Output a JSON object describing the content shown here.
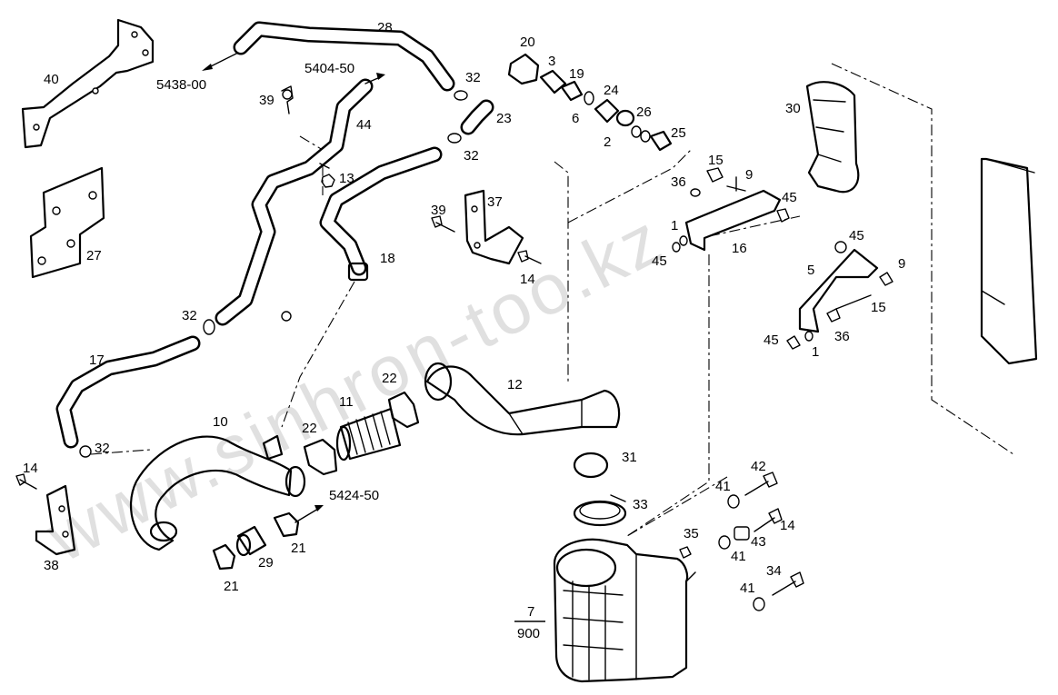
{
  "watermark": "www.sinhron-too.kz",
  "fraction": {
    "numerator": "7",
    "denominator": "900"
  },
  "references": {
    "r5438": "5438-00",
    "r5404": "5404-50",
    "r5424": "5424-50"
  },
  "callouts": {
    "p40": "40",
    "p28": "28",
    "p39a": "39",
    "p44": "44",
    "p32a": "32",
    "p23": "23",
    "p32b": "32",
    "p13": "13",
    "p27": "27",
    "p18": "18",
    "p32c": "32",
    "p17": "17",
    "p32d": "32",
    "p14a": "14",
    "p38": "38",
    "p10": "10",
    "p22a": "22",
    "p11": "11",
    "p22b": "22",
    "p12": "12",
    "p21a": "21",
    "p29": "29",
    "p21b": "21",
    "p20": "20",
    "p3": "3",
    "p19": "19",
    "p24": "24",
    "p6": "6",
    "p26": "26",
    "p2": "2",
    "p25": "25",
    "p39b": "39",
    "p37": "37",
    "p14b": "14",
    "p30": "30",
    "p15a": "15",
    "p9a": "9",
    "p36a": "36",
    "p45a": "45",
    "p1a": "1",
    "p45b": "45",
    "p16": "16",
    "p45c": "45",
    "p5": "5",
    "p9b": "9",
    "p15b": "15",
    "p45d": "45",
    "p1b": "1",
    "p36b": "36",
    "p31": "31",
    "p33": "33",
    "p42": "42",
    "p41a": "41",
    "p14c": "14",
    "p35": "35",
    "p41b": "41",
    "p43": "43",
    "p34": "34",
    "p41c": "41"
  }
}
